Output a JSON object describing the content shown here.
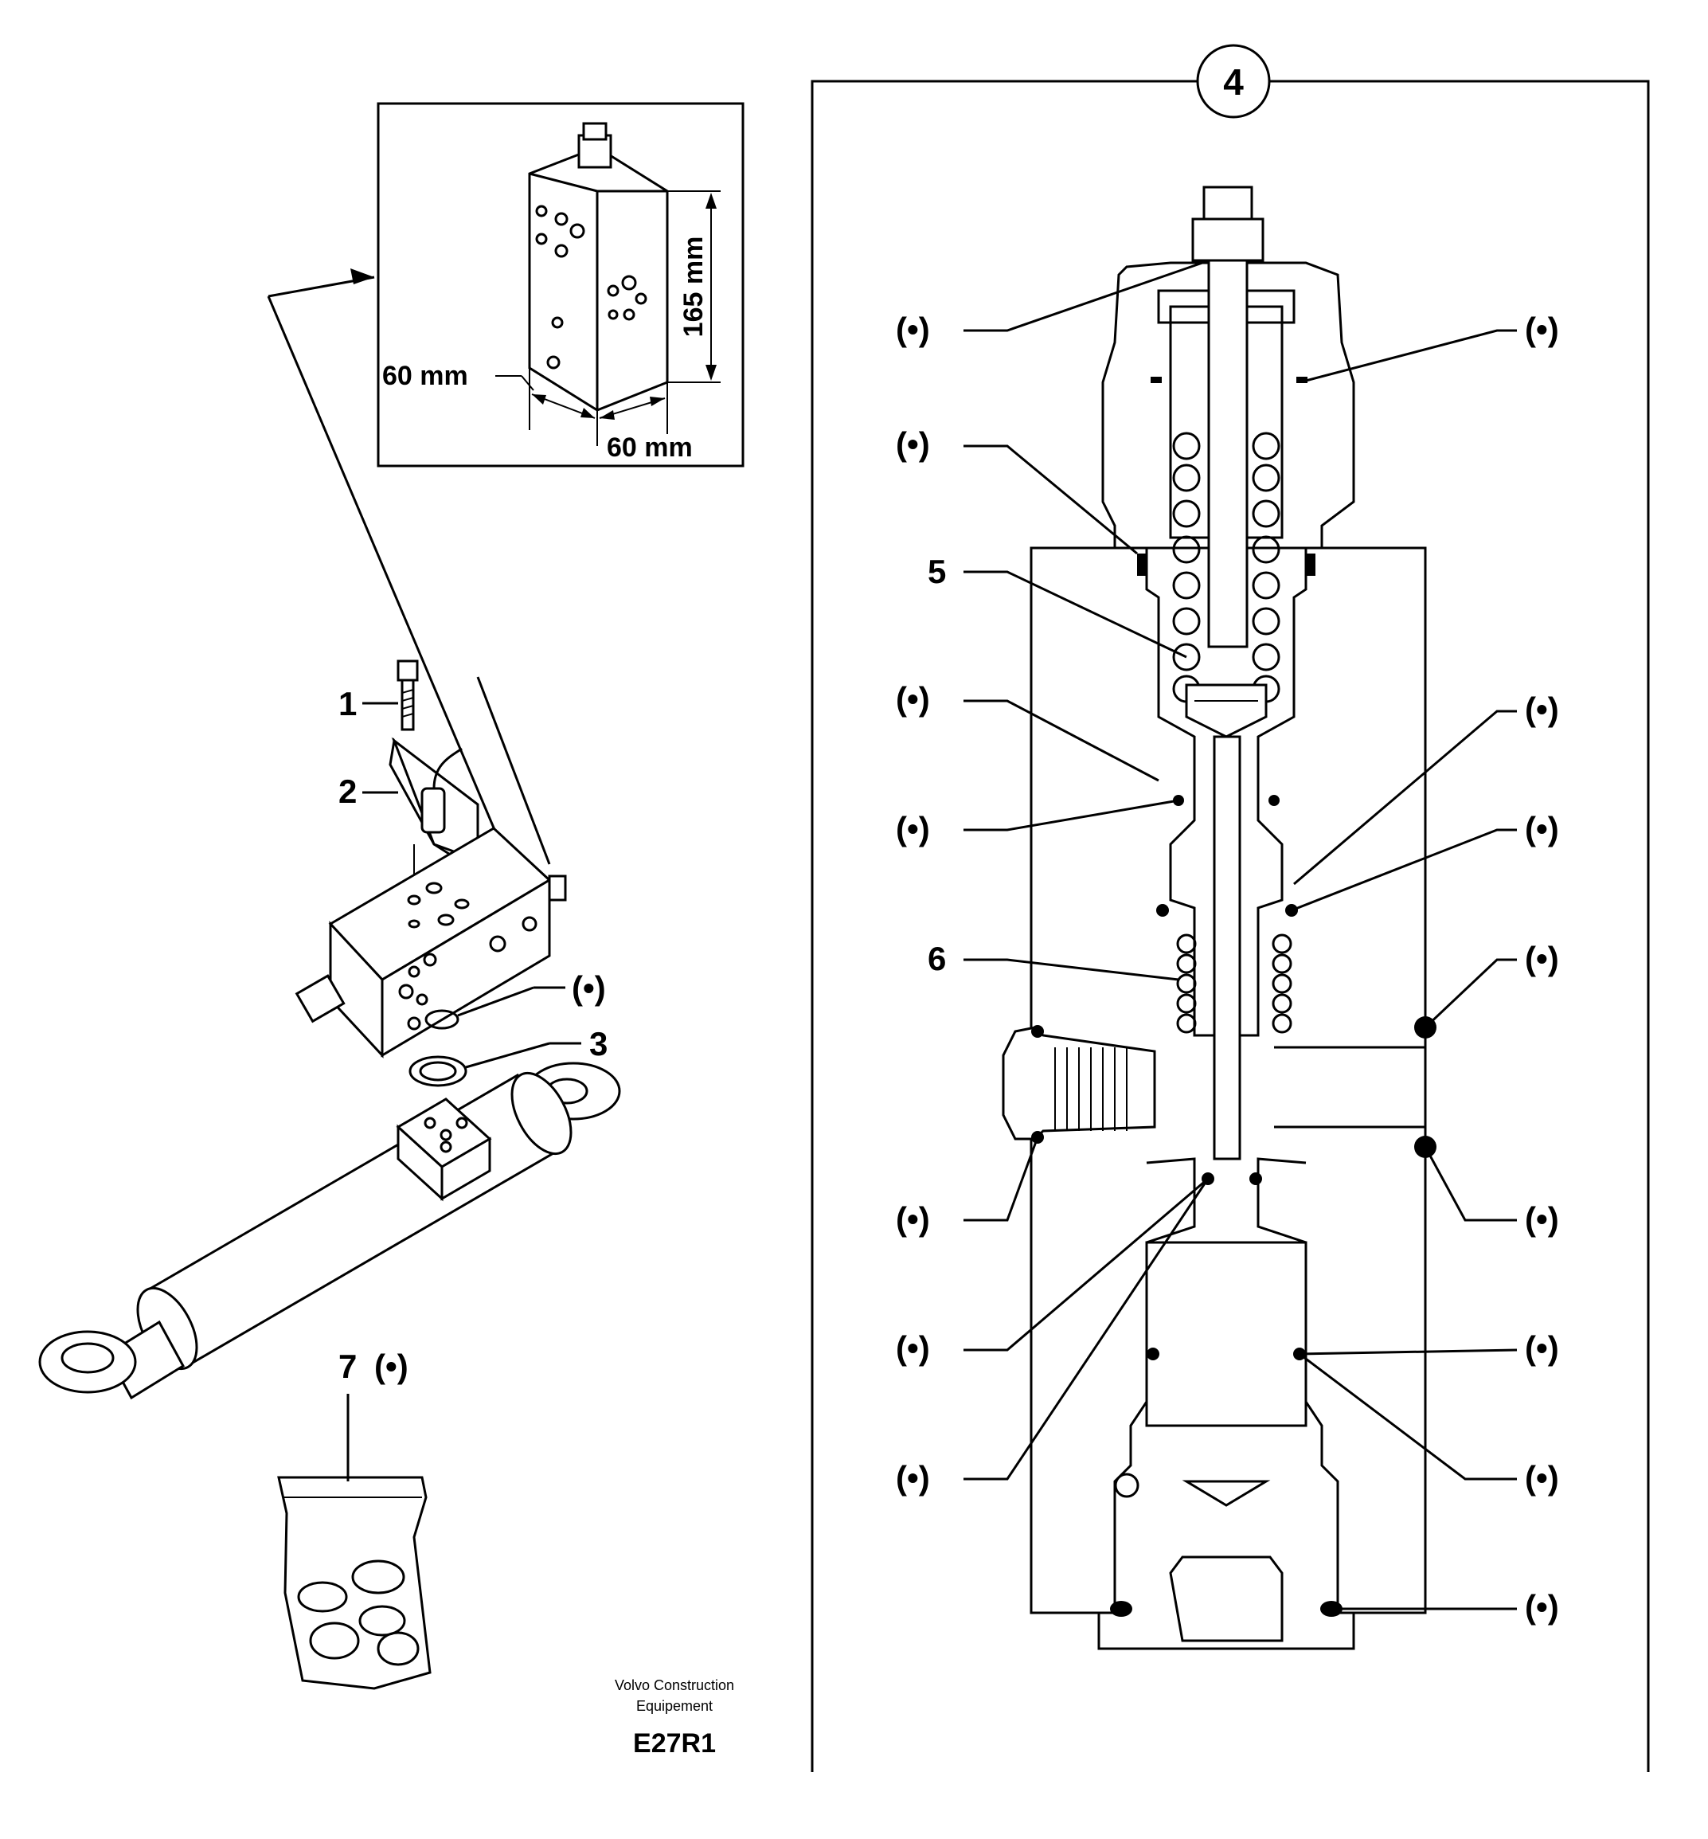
{
  "inset": {
    "dim_height": "165 mm",
    "dim_width_a": "60 mm",
    "dim_width_b": "60 mm"
  },
  "callouts": {
    "c1": "1",
    "c2": "2",
    "c3": "3",
    "c5": "5",
    "c6": "6",
    "c7": "7",
    "detail": "4",
    "dot": "(•)"
  },
  "footer": {
    "maker_line1": "Volvo Construction",
    "maker_line2": "Equipement",
    "code": "E27R1"
  }
}
